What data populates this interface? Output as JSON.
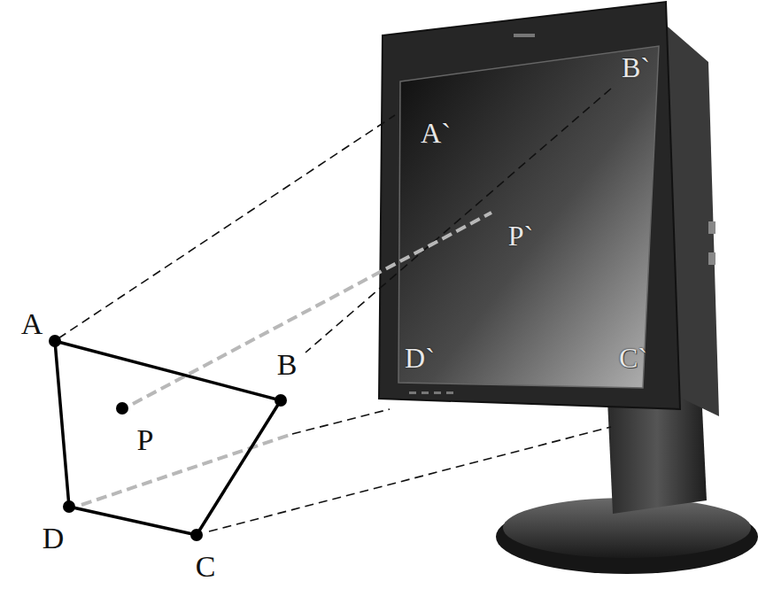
{
  "diagram": {
    "labels": [
      "A",
      "B",
      "C",
      "D",
      "P",
      "A`",
      "B`",
      "P`",
      "D`",
      "C`"
    ]
  }
}
